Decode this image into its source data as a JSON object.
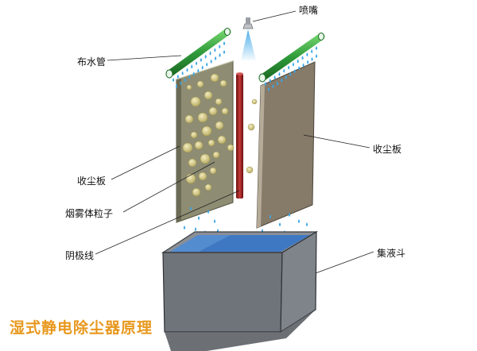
{
  "labels": {
    "nozzle": "喷嘴",
    "water_pipe": "布水管",
    "collector_right": "收尘板",
    "collector_left": "收尘板",
    "aerosol": "烟雾体粒子",
    "cathode": "阴极线",
    "hopper": "集液斗"
  },
  "title": "湿式静电除尘器原理",
  "colors": {
    "pipe": "#2e9a3a",
    "plate_left": "#8e8d73",
    "plate_right": "#867a68",
    "cathode": "#9e1f1f",
    "particle": "#d9cf8e",
    "water": "#3aa6e8",
    "hopper": "#7a7f86",
    "liquid": "#3f78c2",
    "title": "#e8981e"
  }
}
